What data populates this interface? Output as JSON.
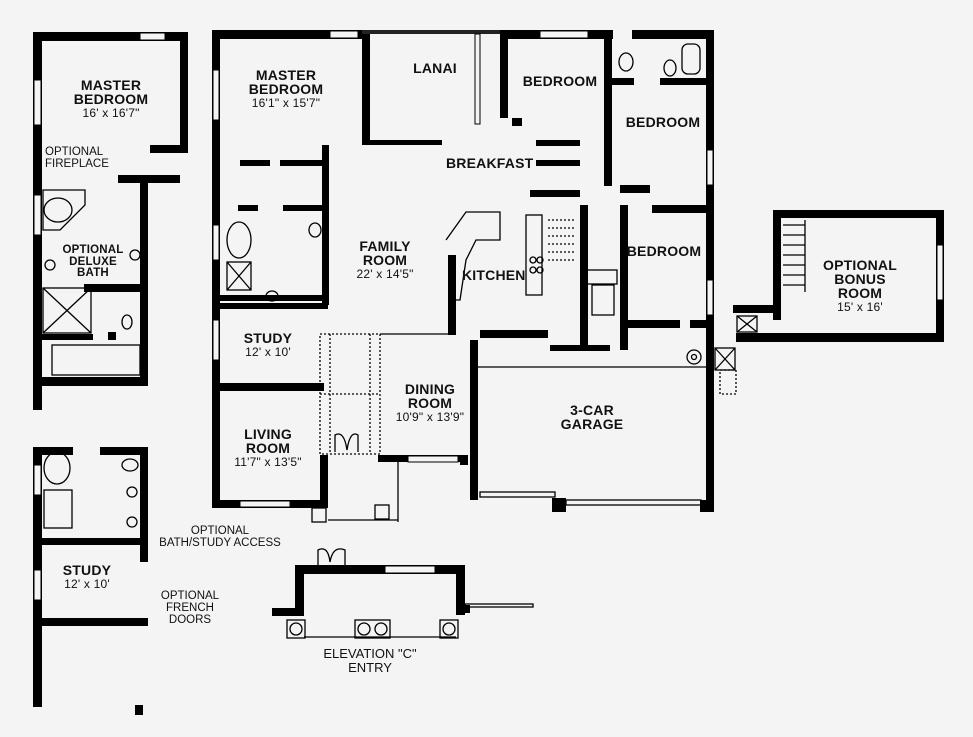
{
  "plan": {
    "background": "#f4f4f4",
    "wall_color": "#000000",
    "rooms": {
      "master_bedroom_alt": {
        "name_line1": "MASTER",
        "name_line2": "BEDROOM",
        "dims": "16' x 16'7\""
      },
      "master_bedroom": {
        "name_line1": "MASTER",
        "name_line2": "BEDROOM",
        "dims": "16'1\" x 15'7\""
      },
      "lanai": {
        "name": "LANAI"
      },
      "bedroom_1": {
        "name": "BEDROOM"
      },
      "bedroom_2": {
        "name": "BEDROOM"
      },
      "bedroom_3": {
        "name": "BEDROOM"
      },
      "breakfast": {
        "name": "BREAKFAST"
      },
      "family_room": {
        "name_line1": "FAMILY",
        "name_line2": "ROOM",
        "dims": "22' x 14'5\""
      },
      "kitchen": {
        "name": "KITCHEN"
      },
      "study": {
        "name": "STUDY",
        "dims": "12' x 10'"
      },
      "living_room": {
        "name_line1": "LIVING",
        "name_line2": "ROOM",
        "dims": "11'7\" x 13'5\""
      },
      "dining_room": {
        "name_line1": "DINING",
        "name_line2": "ROOM",
        "dims": "10'9\" x 13'9\""
      },
      "garage": {
        "name_line1": "3-CAR",
        "name_line2": "GARAGE"
      },
      "bonus_room": {
        "name_line1": "OPTIONAL",
        "name_line2": "BONUS ROOM",
        "dims": "15' x 16'"
      },
      "deluxe_bath": {
        "name_line1": "OPTIONAL",
        "name_line2": "DELUXE",
        "name_line3": "BATH"
      },
      "study_alt": {
        "name": "STUDY",
        "dims": "12' x 10'"
      }
    },
    "notes": {
      "fireplace": {
        "line1": "OPTIONAL",
        "line2": "FIREPLACE"
      },
      "bath_study_access": {
        "line1": "OPTIONAL",
        "line2": "BATH/STUDY ACCESS"
      },
      "french_doors": {
        "line1": "OPTIONAL",
        "line2": "FRENCH DOORS"
      },
      "elevation": {
        "line1": "ELEVATION \"C\"",
        "line2": "ENTRY"
      }
    }
  }
}
